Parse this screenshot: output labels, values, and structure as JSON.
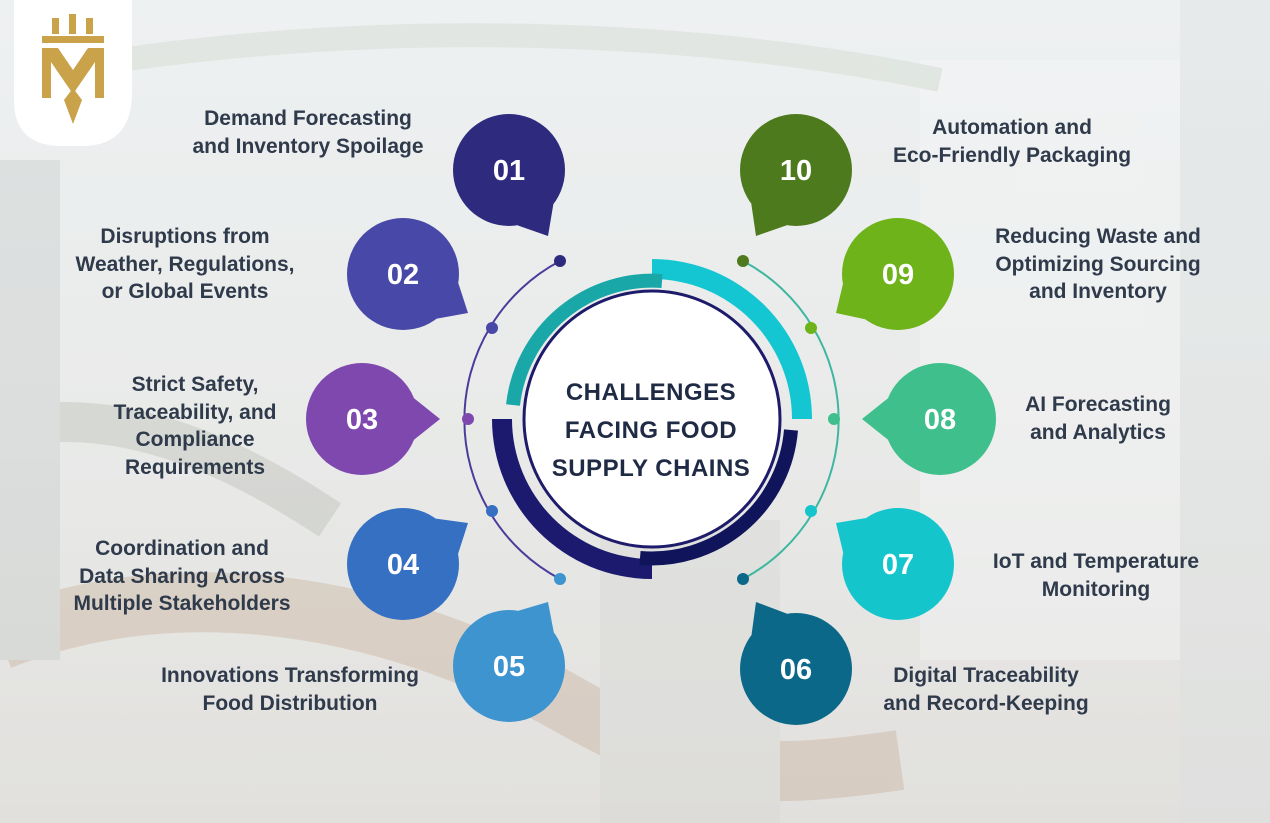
{
  "center": {
    "title": "CHALLENGES\nFACING FOOD\nSUPPLY CHAINS"
  },
  "items": [
    {
      "number": "01",
      "label": "Demand Forecasting\nand Inventory Spoilage",
      "color": "#2e2a7e"
    },
    {
      "number": "02",
      "label": "Disruptions from\nWeather, Regulations,\nor Global Events",
      "color": "#4848a8"
    },
    {
      "number": "03",
      "label": "Strict Safety,\nTraceability, and\nCompliance\nRequirements",
      "color": "#7e48ae"
    },
    {
      "number": "04",
      "label": "Coordination and\nData Sharing Across\nMultiple Stakeholders",
      "color": "#3570c2"
    },
    {
      "number": "05",
      "label": "Innovations Transforming\nFood Distribution",
      "color": "#3d94cf"
    },
    {
      "number": "06",
      "label": "Digital Traceability\nand Record-Keeping",
      "color": "#0c6889"
    },
    {
      "number": "07",
      "label": "IoT and Temperature\nMonitoring",
      "color": "#14c6cc"
    },
    {
      "number": "08",
      "label": "AI Forecasting\nand Analytics",
      "color": "#3fbf8c"
    },
    {
      "number": "09",
      "label": "Reducing Waste and\nOptimizing Sourcing\nand Inventory",
      "color": "#6eb31a"
    },
    {
      "number": "10",
      "label": "Automation and\nEco-Friendly Packaging",
      "color": "#4e7a1e"
    }
  ],
  "logo": {
    "icon": "shield-monogram-logo-icon",
    "color": "#c9a24a"
  },
  "colors": {
    "ring_left": "#1b1a6e",
    "ring_right": "#14c6d2",
    "teal_arc": "#1aa7a8",
    "text": "#2f3a4b"
  }
}
